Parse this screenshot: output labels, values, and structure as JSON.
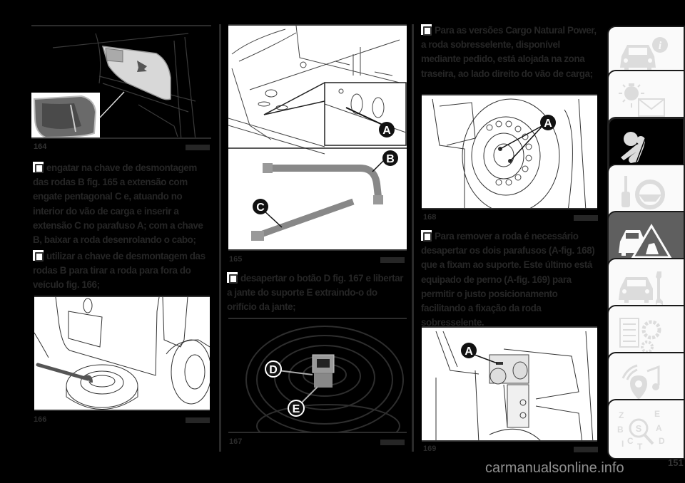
{
  "page": {
    "number": "151",
    "watermark": "carmanualsonline.info",
    "background": "#000000"
  },
  "column1": {
    "figure_164": {
      "number": "164",
      "label": "fig-164"
    },
    "paragraph_1": "engatar na chave de desmontagem das rodas B fig. 165 a extensão com engate pentagonal C e, atuando no interior do vão de carga e inserir a extensão C no parafuso A; com a chave B, baixar a roda desenrolando o cabo;",
    "paragraph_2": "utilizar a chave de desmontagem das rodas B para tirar a roda para fora do veículo fig. 166;",
    "figure_166": {
      "number": "166",
      "label": "fig-166"
    }
  },
  "column2": {
    "figure_165": {
      "number": "165",
      "callouts": [
        "A",
        "B",
        "C"
      ]
    },
    "paragraph_1": "desapertar o botão D fig. 167 e libertar a jante do suporte E extraindo-o do orifício da jante;",
    "figure_167": {
      "number": "167",
      "callouts": [
        "D",
        "E"
      ]
    }
  },
  "column3": {
    "paragraph_1": "Para as versões Cargo Natural Power, a roda sobresselente, disponível mediante pedido, está alojada na zona traseira, ao lado direito do vão de carga;",
    "figure_168": {
      "number": "168",
      "callouts": [
        "A"
      ]
    },
    "paragraph_2": "Para remover a roda é necessário desapertar os dois parafusos (A-fig. 168) que a fixam ao suporte. Este último está equipado de perno (A-fig. 169) para permitir o justo posicionamento facilitando a fixação da roda sobresselente.",
    "figure_169": {
      "number": "169",
      "callouts": [
        "A"
      ]
    }
  },
  "sidebar": {
    "tabs": [
      {
        "name": "vehicle-info",
        "icon": "car-info-icon",
        "state": "normal"
      },
      {
        "name": "warning-lights",
        "icon": "warning-light-message-icon",
        "state": "normal"
      },
      {
        "name": "safety",
        "icon": "airbag-seatbelt-icon",
        "state": "active-dark"
      },
      {
        "name": "starting-driving",
        "icon": "key-steering-wheel-icon",
        "state": "normal"
      },
      {
        "name": "emergency",
        "icon": "car-hazard-triangle-icon",
        "state": "active-grey"
      },
      {
        "name": "maintenance",
        "icon": "car-wrench-icon",
        "state": "normal"
      },
      {
        "name": "technical-data",
        "icon": "list-gears-icon",
        "state": "normal"
      },
      {
        "name": "multimedia",
        "icon": "music-location-icon",
        "state": "normal"
      },
      {
        "name": "index",
        "icon": "alphabet-search-icon",
        "state": "normal"
      }
    ],
    "index_letters": [
      "Z",
      "E",
      "B",
      "A",
      "I",
      "C",
      "T",
      "D",
      "S"
    ]
  }
}
